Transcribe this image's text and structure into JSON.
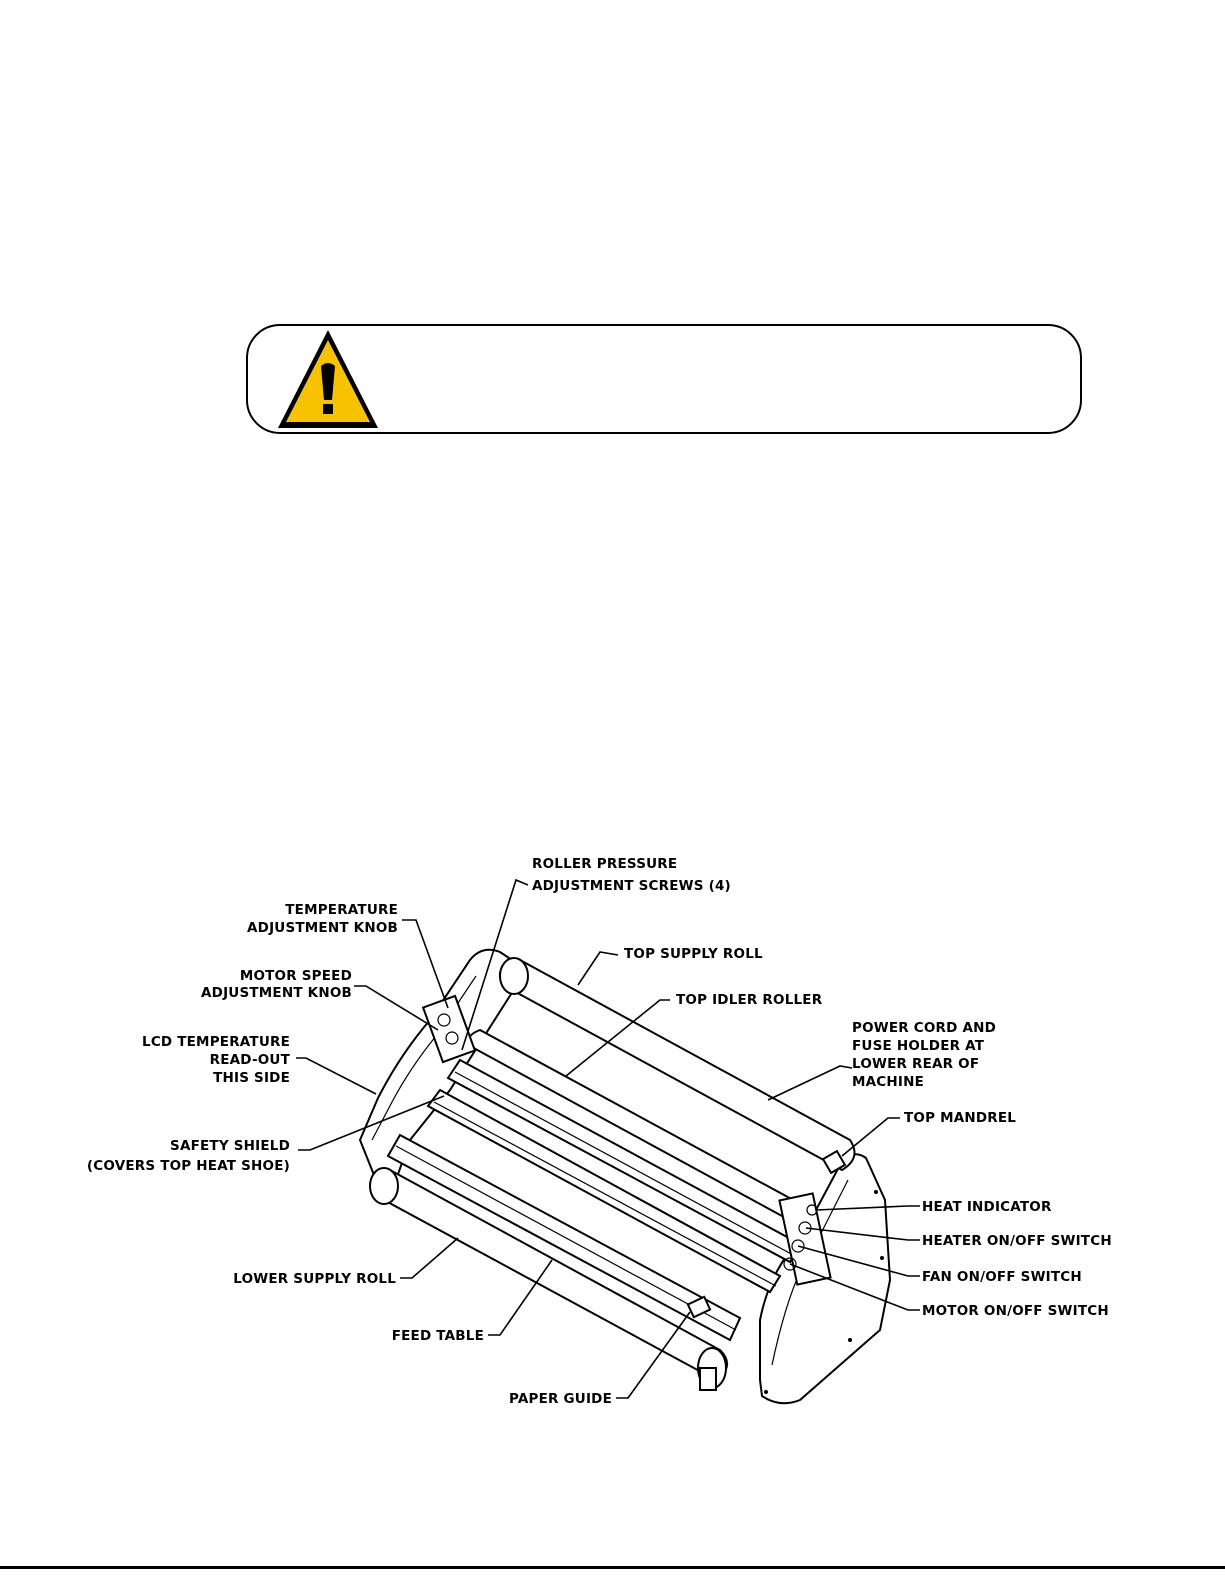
{
  "warning": {
    "icon": "warning-triangle-icon",
    "icon_color": "#f7c200"
  },
  "diagram": {
    "labels": {
      "roller_pressure_1": "ROLLER PRESSURE",
      "roller_pressure_2": "ADJUSTMENT SCREWS (4)",
      "temperature_1": "TEMPERATURE",
      "temperature_2": "ADJUSTMENT KNOB",
      "top_supply_roll": "TOP SUPPLY ROLL",
      "motor_speed_1": "MOTOR SPEED",
      "motor_speed_2": "ADJUSTMENT KNOB",
      "top_idler_roller": "TOP IDLER ROLLER",
      "power_cord_1": "POWER CORD AND",
      "power_cord_2": "FUSE HOLDER AT",
      "power_cord_3": "LOWER REAR OF",
      "power_cord_4": "MACHINE",
      "lcd_1": "LCD TEMPERATURE",
      "lcd_2": "READ-OUT",
      "lcd_3": "THIS SIDE",
      "top_mandrel": "TOP MANDREL",
      "safety_shield_1": "SAFETY SHIELD",
      "safety_shield_2": "(COVERS TOP HEAT SHOE)",
      "heat_indicator": "HEAT INDICATOR",
      "heater_switch": "HEATER ON/OFF SWITCH",
      "fan_switch": "FAN ON/OFF SWITCH",
      "motor_switch": "MOTOR ON/OFF SWITCH",
      "lower_supply_roll": "LOWER SUPPLY ROLL",
      "feed_table": "FEED TABLE",
      "paper_guide": "PAPER GUIDE"
    }
  }
}
